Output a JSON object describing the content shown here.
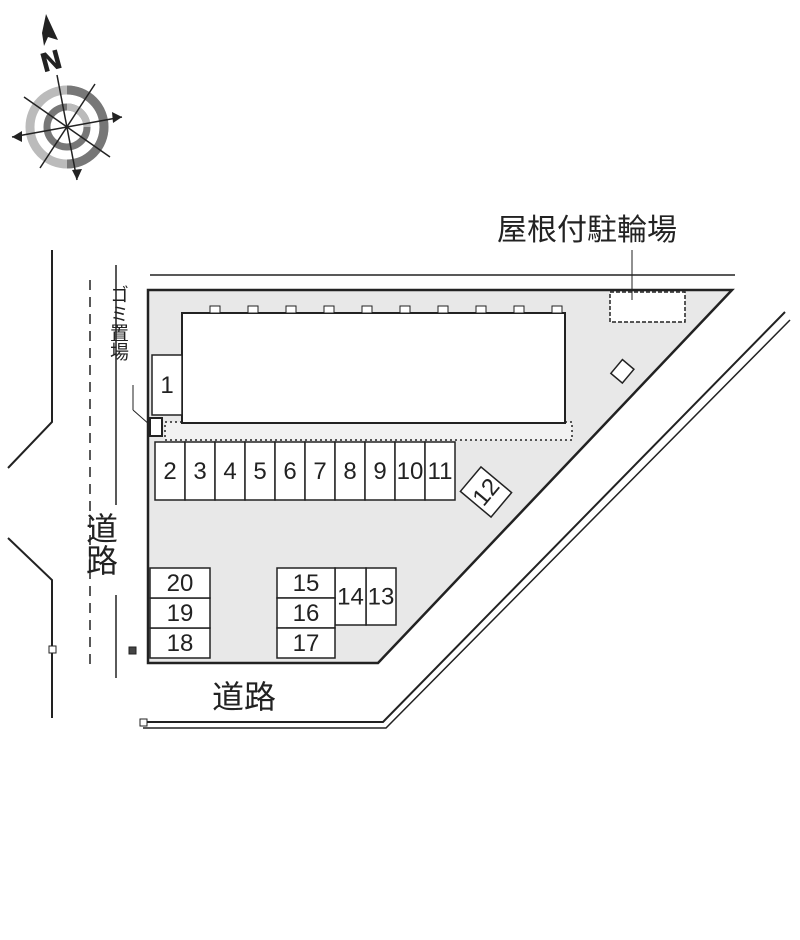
{
  "compass": {
    "north_label": "N"
  },
  "labels": {
    "bicycle_shelter": "屋根付駐輪場",
    "garbage_area": "ゴミ置場",
    "road_left": "道路",
    "road_bottom": "道路"
  },
  "parking_slots": [
    "1",
    "2",
    "3",
    "4",
    "5",
    "6",
    "7",
    "8",
    "9",
    "10",
    "11",
    "12",
    "13",
    "14",
    "15",
    "16",
    "17",
    "18",
    "19",
    "20"
  ],
  "colors": {
    "site_fill": "#e8e8e8",
    "line": "#222222",
    "compass_light": "#bbbbbb",
    "compass_dark": "#777777"
  }
}
